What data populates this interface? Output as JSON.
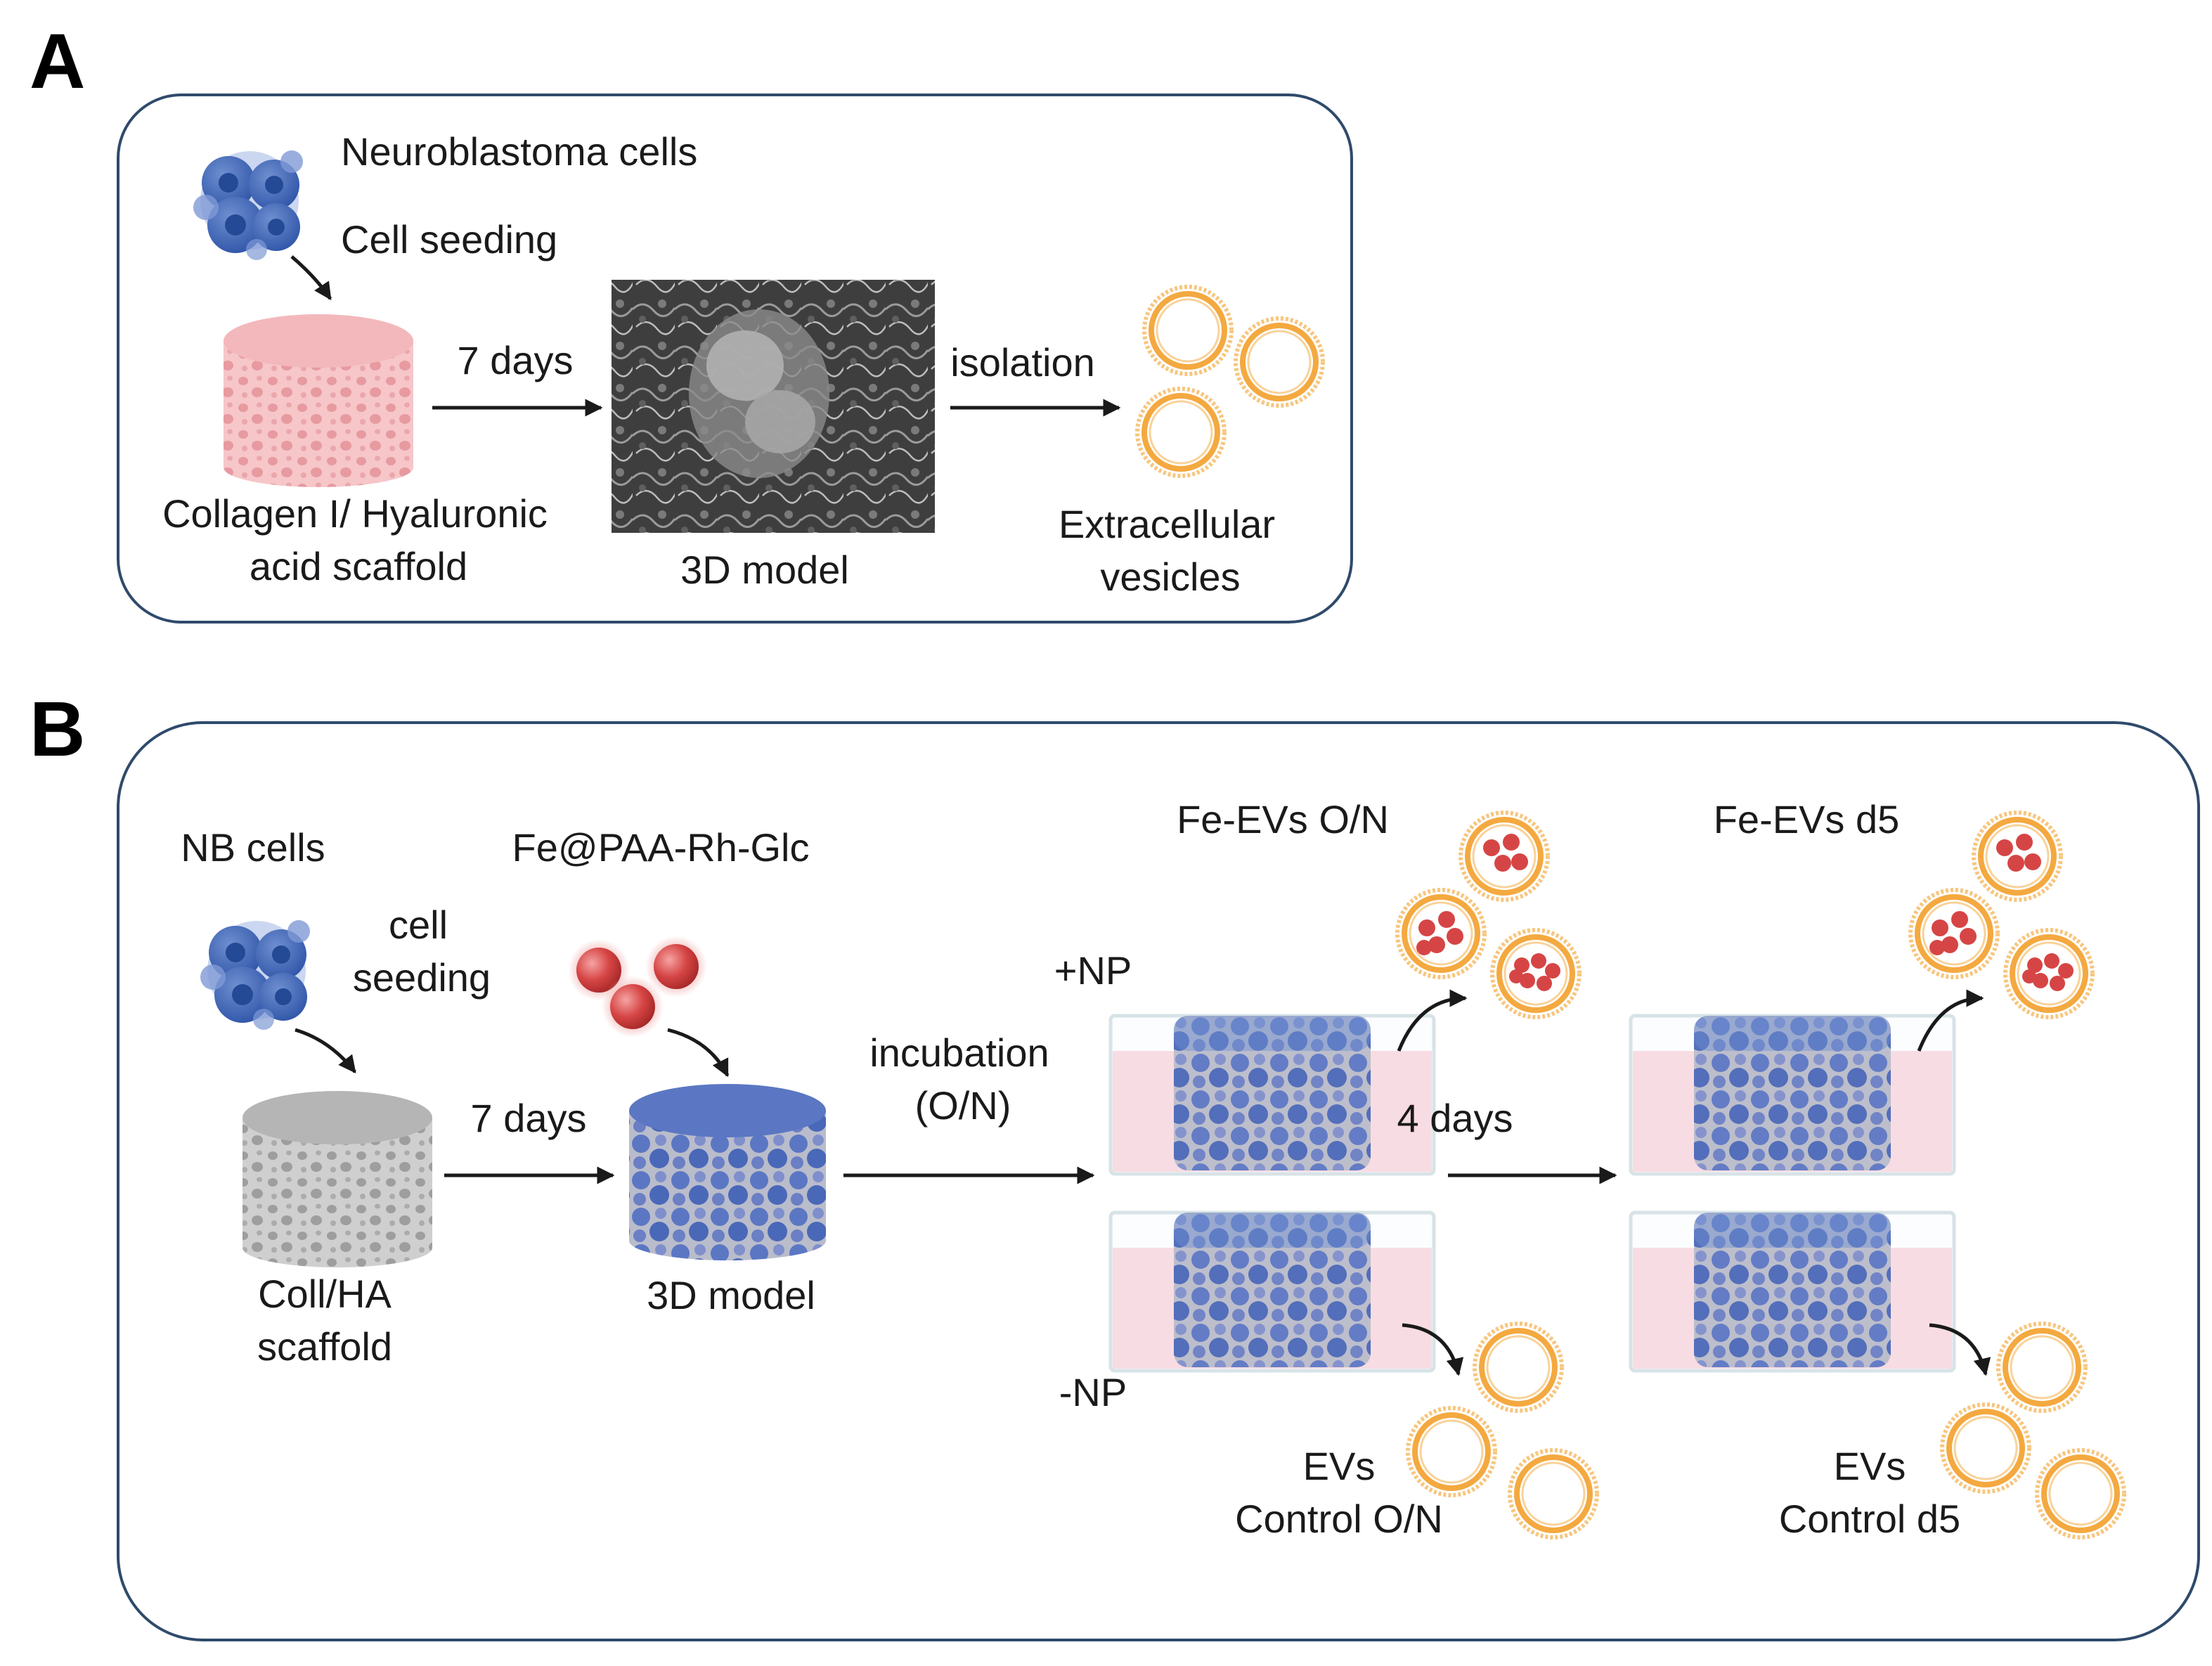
{
  "panel_a": {
    "letter": "A",
    "cells_label": "Neuroblastoma cells",
    "seeding_label": "Cell seeding",
    "scaffold_label_1": "Collagen I/ Hyaluronic",
    "scaffold_label_2": "acid scaffold",
    "arrow1_label": "7 days",
    "model_label": "3D model",
    "arrow2_label": "isolation",
    "evs_label_1": "Extracellular",
    "evs_label_2": "vesicles"
  },
  "panel_b": {
    "letter": "B",
    "cells_label": "NB cells",
    "seeding_label_1": "cell",
    "seeding_label_2": "seeding",
    "np_label": "Fe@PAA-Rh-Glc",
    "scaffold_label_1": "Coll/HA",
    "scaffold_label_2": "scaffold",
    "arrow1_label": "7 days",
    "model_label": "3D model",
    "incubation_label_1": "incubation",
    "incubation_label_2": "(O/N)",
    "plus_np": "+NP",
    "minus_np": "-NP",
    "fe_evs_on": "Fe-EVs O/N",
    "fe_evs_d5": "Fe-EVs d5",
    "arrow_days_label": "4 days",
    "ctrl_on_1": "EVs",
    "ctrl_on_2": "Control O/N",
    "ctrl_d5_1": "EVs",
    "ctrl_d5_2": "Control d5"
  },
  "colors": {
    "frame": "#2f4a6b",
    "vesicle": "#f4a940",
    "nanoparticle": "#d64545",
    "cell_blue": "#3a62b0",
    "scaffold_pink": "#f3b8bc",
    "scaffold_grey": "#c4c4c4",
    "medium_pink": "#f8dce3"
  },
  "icons": [
    "cell-cluster-icon",
    "scaffold-icon",
    "sem-image-icon",
    "vesicle-icon",
    "nanoparticle-icon",
    "culture-dish-icon",
    "arrow-icon"
  ]
}
